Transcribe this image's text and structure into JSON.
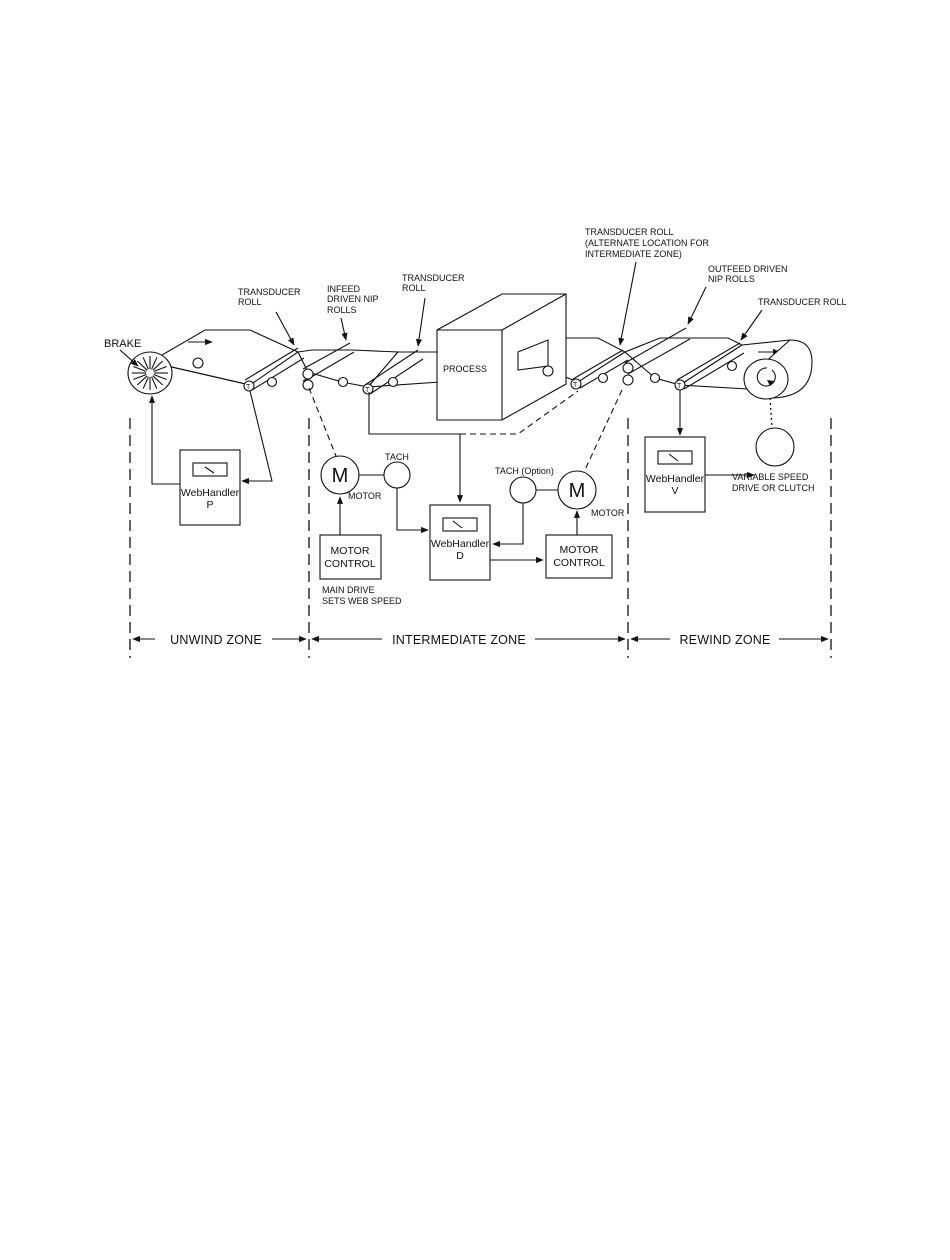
{
  "labels": {
    "brake": "BRAKE",
    "transducer_roll_1": [
      "TRANSDUCER",
      "ROLL"
    ],
    "infeed_nip": [
      "INFEED",
      "DRIVEN NIP",
      "ROLLS"
    ],
    "transducer_roll_2": [
      "TRANSDUCER",
      "ROLL"
    ],
    "transducer_roll_alt": [
      "TRANSDUCER ROLL",
      "(ALTERNATE LOCATION FOR",
      "INTERMEDIATE ZONE)"
    ],
    "outfeed_nip": [
      "OUTFEED DRIVEN",
      "NIP ROLLS"
    ],
    "transducer_roll_3": "TRANSDUCER ROLL",
    "process": "PROCESS",
    "tach": "TACH",
    "tach_option": "TACH (Option)",
    "motor_left": "MOTOR",
    "motor_right": "MOTOR",
    "motor_symbol": "M",
    "tension_roll_symbol": "T",
    "main_drive": [
      "MAIN DRIVE",
      "SETS WEB SPEED"
    ],
    "variable_speed": [
      "VARIABLE SPEED",
      "DRIVE OR CLUTCH"
    ]
  },
  "boxes": {
    "webhandler_p": [
      "WebHandler",
      "P"
    ],
    "webhandler_d": [
      "WebHandler",
      "D"
    ],
    "webhandler_v": [
      "WebHandler",
      "V"
    ],
    "motor_control_left": [
      "MOTOR",
      "CONTROL"
    ],
    "motor_control_right": [
      "MOTOR",
      "CONTROL"
    ]
  },
  "zones": {
    "unwind": "UNWIND ZONE",
    "intermediate": "INTERMEDIATE ZONE",
    "rewind": "REWIND ZONE"
  }
}
